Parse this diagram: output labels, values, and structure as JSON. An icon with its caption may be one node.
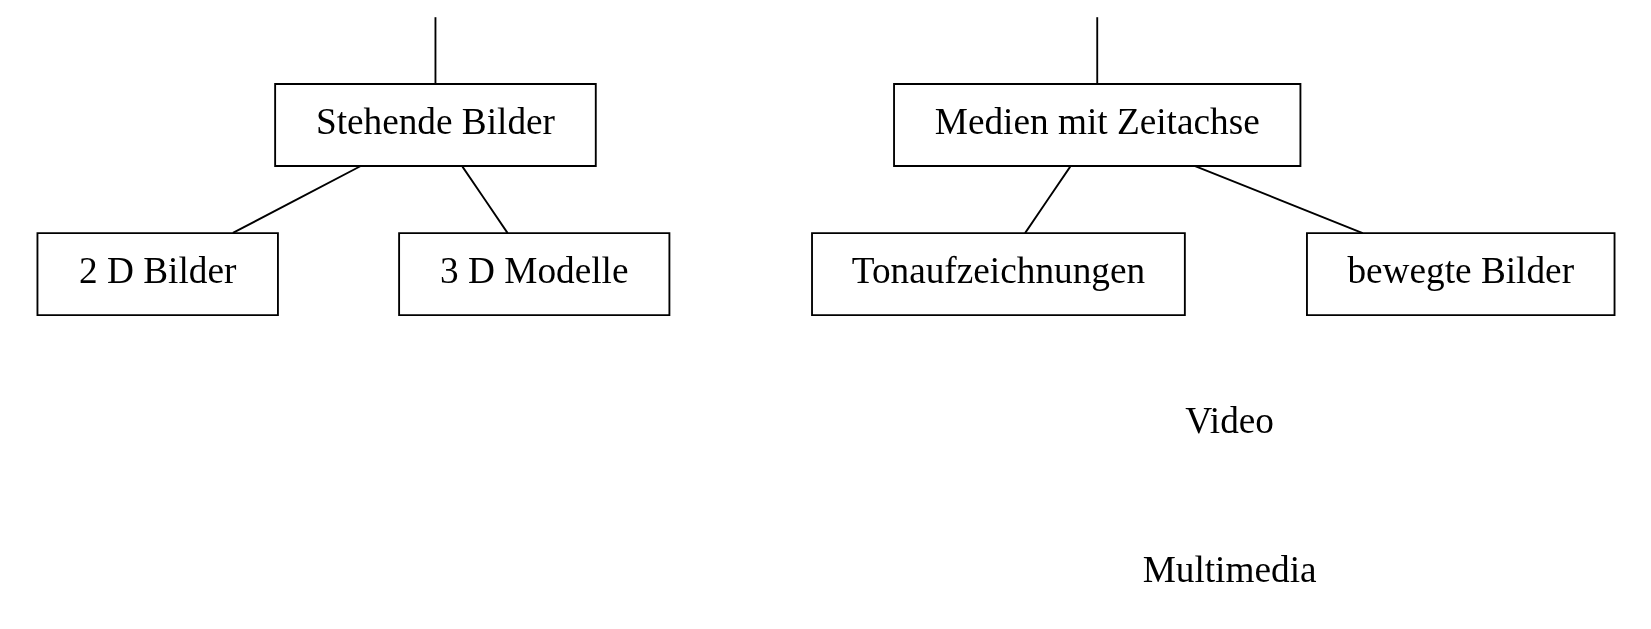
{
  "diagram": {
    "nodes": [
      {
        "text": [
          "Stehende Bilder"
        ]
      },
      {
        "text": [
          "Medien mit Zeitachse"
        ]
      },
      {
        "text": [
          "2 D Bilder"
        ]
      },
      {
        "text": [
          "3 D Modelle"
        ]
      },
      {
        "text": [
          "Tonaufzeichnungen"
        ]
      },
      {
        "text": [
          "bewegte Bilder"
        ]
      }
    ],
    "edges": [
      {
        "from": null,
        "to": 0,
        "arrow": "none"
      },
      {
        "from": null,
        "to": 1,
        "arrow": "none"
      },
      {
        "from": 0,
        "to": 2,
        "arrow": "none"
      },
      {
        "from": 0,
        "to": 3,
        "arrow": "none"
      },
      {
        "from": 1,
        "to": 4,
        "arrow": "none"
      },
      {
        "from": 1,
        "to": 5,
        "arrow": "none"
      }
    ],
    "labels": [
      "Video",
      "Multimedia"
    ]
  }
}
